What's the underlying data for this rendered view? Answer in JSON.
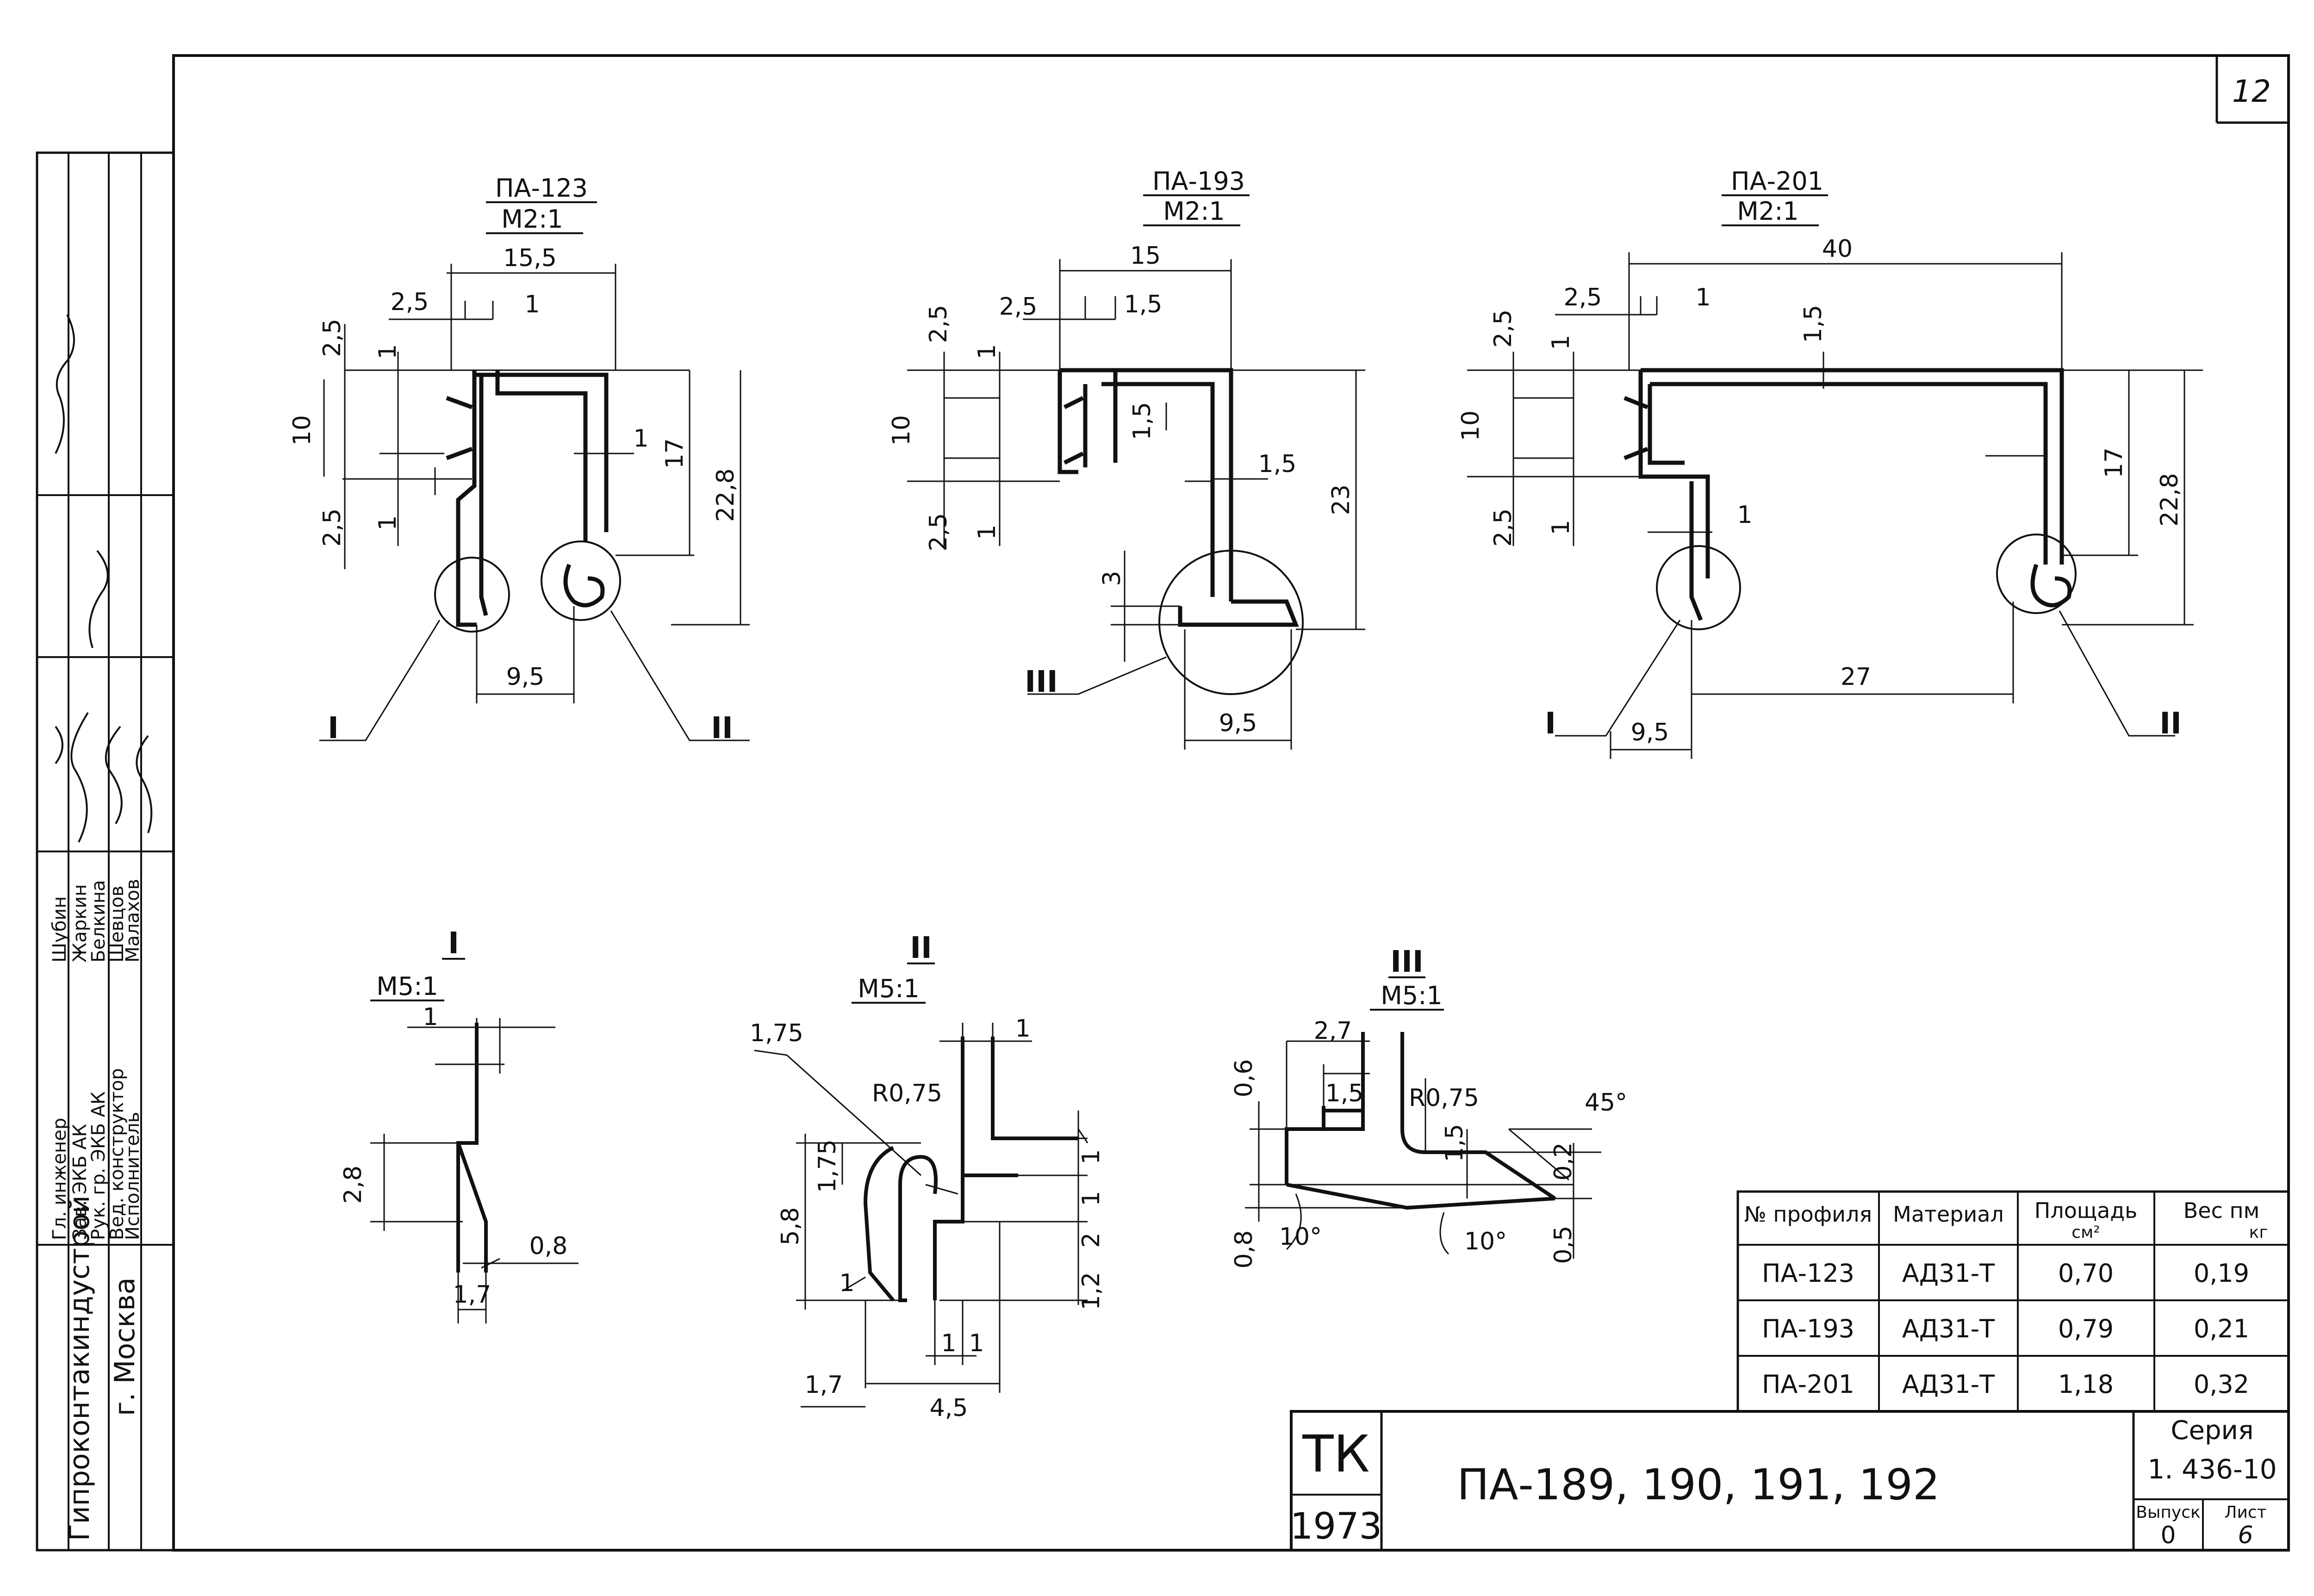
{
  "sheet_number": "12",
  "side_stamp": {
    "org": "Гипроконтакиндустрой",
    "city": "г. Москва",
    "roles": [
      "Гл. инженер",
      "Зав. ЭКБ АК",
      "Рук. гр. ЭКБ АК",
      "Вед. конструктор",
      "Исполнитель"
    ],
    "names": [
      "Шубин",
      "Жаркин",
      "Белкина",
      "Шевцов",
      "Малахов"
    ]
  },
  "profiles": {
    "pa123": {
      "name": "ПА-123",
      "scale": "М2:1",
      "dims": [
        "15,5",
        "2,5",
        "2,5",
        "1",
        "10",
        "2,5",
        "1",
        "1",
        "1",
        "17",
        "22,8",
        "9,5"
      ],
      "callouts": [
        "I",
        "II"
      ]
    },
    "pa193": {
      "name": "ПА-193",
      "scale": "М2:1",
      "dims": [
        "15",
        "2,5",
        "2,5",
        "1,5",
        "10",
        "1",
        "1,5",
        "1,5",
        "2,5",
        "1",
        "23",
        "3",
        "9,5"
      ],
      "callouts": [
        "III"
      ]
    },
    "pa201": {
      "name": "ПА-201",
      "scale": "М2:1",
      "dims": [
        "40",
        "2,5",
        "2,5",
        "1",
        "1,5",
        "10",
        "1",
        "1",
        "2,5",
        "1",
        "17",
        "22,8",
        "27",
        "9,5"
      ],
      "callouts": [
        "I",
        "II"
      ]
    }
  },
  "details": {
    "d1": {
      "label": "I",
      "scale": "М5:1",
      "dims": [
        "1",
        "2,8",
        "0,8",
        "1,7"
      ]
    },
    "d2": {
      "label": "II",
      "scale": "М5:1",
      "dims": [
        "1,75",
        "R0,75",
        "1",
        "5,8",
        "1,75",
        "1",
        "1",
        "2",
        "1,2",
        "1",
        "1",
        "1,7",
        "4,5",
        "1"
      ]
    },
    "d3": {
      "label": "III",
      "scale": "М5:1",
      "dims": [
        "2,7",
        "1,5",
        "0,6",
        "R0,75",
        "45°",
        "1,5",
        "0,2",
        "10°",
        "10°",
        "0,8",
        "0,5"
      ]
    }
  },
  "table": {
    "headers": [
      "№ профиля",
      "Материал",
      "Площадь",
      "см²",
      "Вес пм",
      "кг"
    ],
    "rows": [
      [
        "ПА-123",
        "АД31-Т",
        "0,70",
        "0,19"
      ],
      [
        "ПА-193",
        "АД31-Т",
        "0,79",
        "0,21"
      ],
      [
        "ПА-201",
        "АД31-Т",
        "1,18",
        "0,32"
      ]
    ]
  },
  "title_block": {
    "org_code": "ТК",
    "year": "1973",
    "title": "ПА-189, 190, 191, 192",
    "series_label": "Серия",
    "series": "1. 436-10",
    "issue_label": "Выпуск",
    "issue": "0",
    "sheet_label": "Лист",
    "sheet": "6"
  }
}
